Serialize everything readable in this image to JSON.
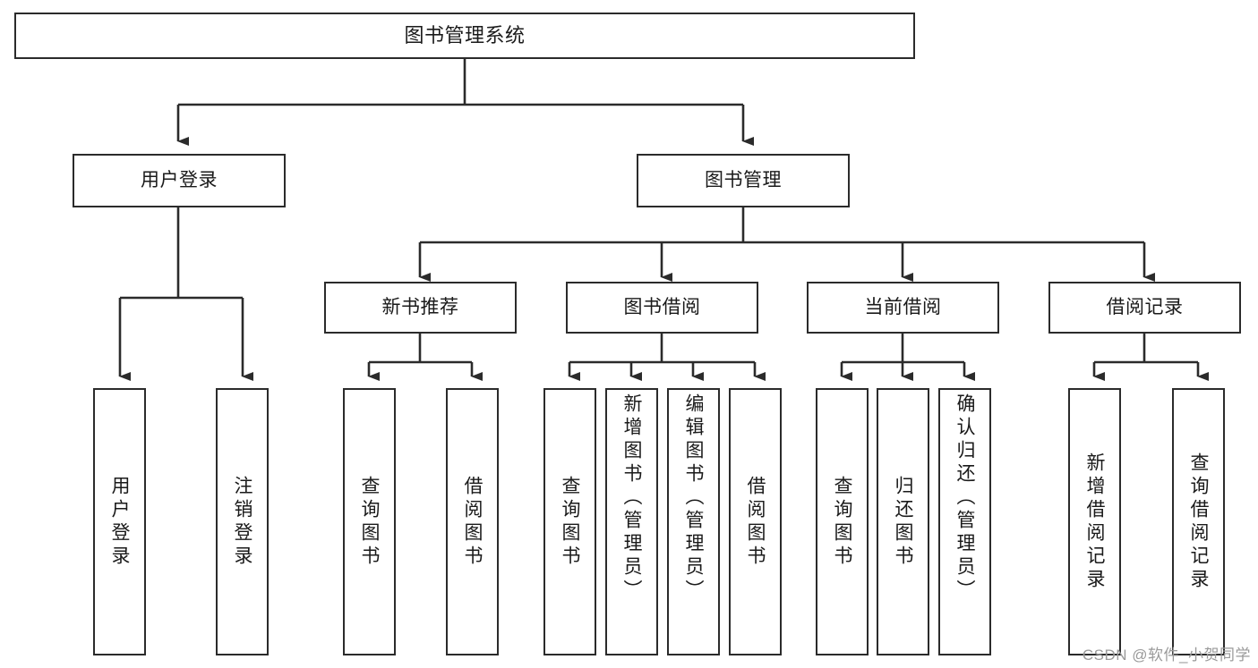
{
  "diagram": {
    "type": "tree",
    "title": "图书管理系统",
    "orientation": "top-down",
    "colors": {
      "box_stroke": "#2b2b2b",
      "box_fill": "#ffffff",
      "connector": "#2b2b2b",
      "text": "#1a1a1a",
      "watermark": "#9a9a9a",
      "background": "#ffffff"
    },
    "root": {
      "label": "图书管理系统"
    },
    "level2": [
      {
        "label": "用户登录"
      },
      {
        "label": "图书管理"
      }
    ],
    "level3": [
      {
        "label": "新书推荐"
      },
      {
        "label": "图书借阅"
      },
      {
        "label": "当前借阅"
      },
      {
        "label": "借阅记录"
      }
    ],
    "leaves": {
      "user_login": [
        {
          "label": "用户登录"
        },
        {
          "label": "注销登录"
        }
      ],
      "new_book_recommend": [
        {
          "label": "查询图书"
        },
        {
          "label": "借阅图书"
        }
      ],
      "book_borrow": [
        {
          "label": "查询图书"
        },
        {
          "label": "新增图书（管理员）"
        },
        {
          "label": "编辑图书（管理员）"
        },
        {
          "label": "借阅图书"
        }
      ],
      "current_borrow": [
        {
          "label": "查询图书"
        },
        {
          "label": "归还图书"
        },
        {
          "label": "确认归还（管理员）"
        }
      ],
      "borrow_record": [
        {
          "label": "新增借阅记录"
        },
        {
          "label": "查询借阅记录"
        }
      ]
    }
  },
  "watermark": {
    "text": "CSDN @软件_小贺同学"
  }
}
